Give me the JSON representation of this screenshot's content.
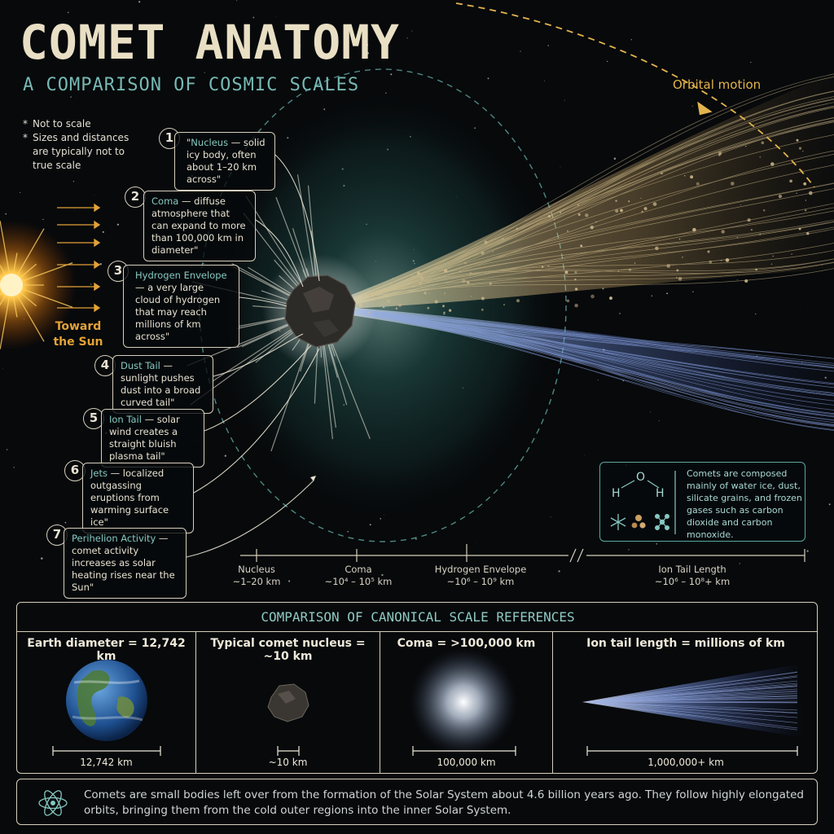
{
  "title": "COMET ANATOMY",
  "subtitle": "A COMPARISON OF COSMIC SCALES",
  "notes": [
    "Not to scale",
    "Sizes and distances are typically not to true scale"
  ],
  "orbital_motion_label": "Orbital motion",
  "toward_sun_label": "Toward the Sun",
  "callouts": [
    {
      "n": "1",
      "keyword": "Nucleus",
      "pre": "\"",
      "text": " — solid icy body, often about 1–20 km across\""
    },
    {
      "n": "2",
      "keyword": "Coma",
      "pre": "",
      "text": " — diffuse atmosphere that can expand to more than 100,000 km in diameter\""
    },
    {
      "n": "3",
      "keyword": "Hydrogen Envelope",
      "pre": "",
      "text": " — a very large cloud of hydrogen that may reach millions of km across\""
    },
    {
      "n": "4",
      "keyword": "Dust Tail",
      "pre": "",
      "text": " — sunlight pushes dust into a broad curved tail\""
    },
    {
      "n": "5",
      "keyword": "Ion Tail",
      "pre": "",
      "text": " — solar wind creates a straight bluish plasma tail\""
    },
    {
      "n": "6",
      "keyword": "Jets",
      "pre": "",
      "text": " — localized outgassing eruptions from warming surface ice\""
    },
    {
      "n": "7",
      "keyword": "Perihelion Activity",
      "pre": "",
      "text": " — comet activity increases as solar heating rises near the Sun\""
    }
  ],
  "scale_bar": [
    {
      "name": "Nucleus",
      "range": "~1–20 km"
    },
    {
      "name": "Coma",
      "range": "~10⁴ – 10⁵ km"
    },
    {
      "name": "Hydrogen Envelope",
      "range": "~10⁶ – 10⁹ km"
    },
    {
      "name": "Ion Tail Length",
      "range": "~10⁶ – 10⁸+ km"
    }
  ],
  "composition": {
    "molecule_atoms": [
      "H",
      "O",
      "H"
    ],
    "text": "Comets are composed mainly of water ice, dust, silicate grains, and frozen gases such as carbon dioxide and carbon monoxide."
  },
  "comparison": {
    "title": "COMPARISON OF CANONICAL SCALE REFERENCES",
    "panels": [
      {
        "heading": "Earth diameter = 12,742 km",
        "measure": "12,742 km"
      },
      {
        "heading": "Typical comet nucleus = ~10 km",
        "measure": "~10 km"
      },
      {
        "heading": "Coma = >100,000 km",
        "measure": "100,000 km"
      },
      {
        "heading": "Ion tail length = millions of km",
        "measure": "1,000,000+ km"
      }
    ]
  },
  "footer": "Comets are small bodies left over from the formation of the Solar System about 4.6 billion years ago. They follow highly elongated orbits, bringing them from the cold outer regions into the inner Solar System.",
  "colors": {
    "accent_teal": "#77b9b4",
    "sun_orange": "#e3a237",
    "label_cream": "#e9dfc4",
    "ion_blue": "#6f8fd8",
    "dust_gold": "#d8b878"
  }
}
